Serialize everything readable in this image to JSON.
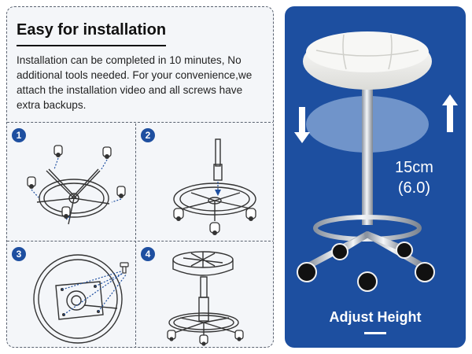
{
  "intro": {
    "title": "Easy for installation",
    "body": "Installation can be completed in 10 minutes, No additional tools needed. For your convenience,we attach the installation video and all screws have extra backups."
  },
  "steps": [
    {
      "number": "1",
      "icon": "base-casters-icon"
    },
    {
      "number": "2",
      "icon": "gas-lift-insert-icon"
    },
    {
      "number": "3",
      "icon": "seat-screws-icon"
    },
    {
      "number": "4",
      "icon": "assembled-stool-icon"
    }
  ],
  "adjust": {
    "height_cm": "15cm",
    "height_in": "(6.0)",
    "label": "Adjust Height"
  },
  "colors": {
    "accent": "#1d4fa0",
    "badge": "#1e4fa0",
    "panel_bg": "#f4f6f9",
    "seat": "#eeeeec"
  }
}
